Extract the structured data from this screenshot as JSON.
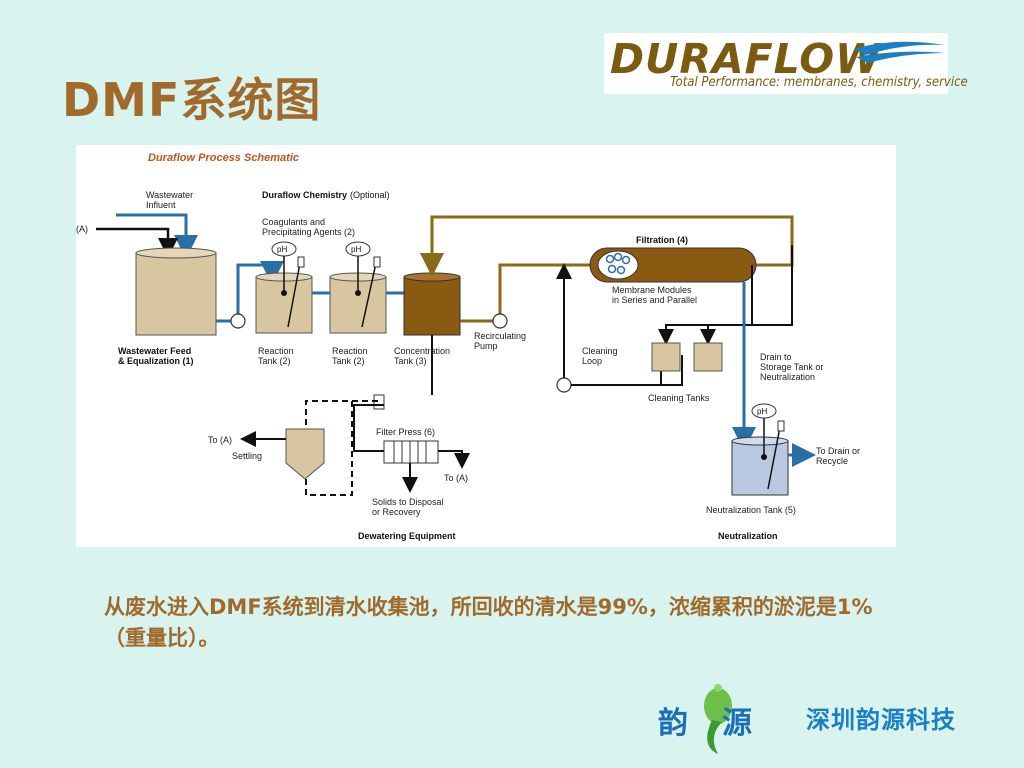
{
  "slide": {
    "title": "DMF系统图",
    "caption": "从废水进入DMF系统到清水收集池，所回收的清水是99%，浓缩累积的淤泥是1%（重量比）。"
  },
  "logo": {
    "wordmark": "DURAFLOW",
    "tagline": "Total Performance: membranes, chemistry, service"
  },
  "brand": {
    "name": "深圳韵源科技",
    "mark_text": "韵源"
  },
  "diagram": {
    "title": "Duraflow Process Schematic",
    "wastewater_influent": [
      "Wastewater",
      "Influent"
    ],
    "feed_a": "(A)",
    "chemistry_title": "Duraflow Chemistry",
    "chemistry_optional": "(Optional)",
    "coagulants": [
      "Coagulants and",
      "Precipitating Agents (2)"
    ],
    "ph": "pH",
    "feed_tank": [
      "Wastewater Feed",
      "& Equalization (1)"
    ],
    "reaction_tank_1": [
      "Reaction",
      "Tank (2)"
    ],
    "reaction_tank_2": [
      "Reaction",
      "Tank (2)"
    ],
    "concentration_tank": [
      "Concentration",
      "Tank (3)"
    ],
    "recirculating_pump": [
      "Recirculating",
      "Pump"
    ],
    "filtration": "Filtration (4)",
    "membrane_modules": [
      "Membrane Modules",
      "in Series and Parallel"
    ],
    "cleaning_loop": [
      "Cleaning",
      "Loop"
    ],
    "cleaning_tanks": "Cleaning Tanks",
    "drain_storage": [
      "Drain to",
      "Storage Tank  or",
      "Neutralization"
    ],
    "to_drain": [
      "To Drain or",
      "Recycle"
    ],
    "neutralization_tank": "Neutralization Tank (5)",
    "to_a_left": "To (A)",
    "settling": "Settling",
    "filter_press": "Filter Press (6)",
    "to_a_right": "To (A)",
    "solids": [
      "Solids to Disposal",
      "or Recovery"
    ],
    "dewatering_equipment": "Dewatering Equipment",
    "neutralization": "Neutralization"
  }
}
